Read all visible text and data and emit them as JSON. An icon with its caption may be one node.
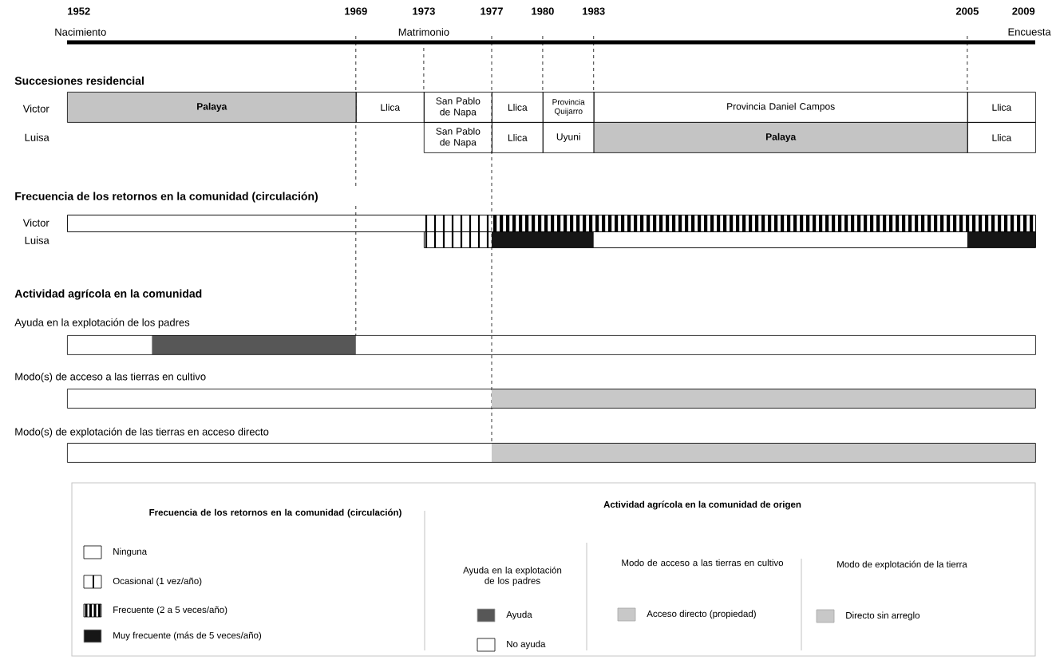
{
  "diagram": {
    "nodes": [
      {
        "text": [
          "Palaya"
        ]
      },
      {
        "text": [
          "Llica"
        ]
      },
      {
        "text": [
          "San Pablo de Napa"
        ]
      },
      {
        "text": [
          "Llica"
        ]
      },
      {
        "text": [
          "Provincia Quijarro"
        ]
      },
      {
        "text": [
          "Provincia Daniel Campos"
        ]
      },
      {
        "text": [
          "Llica"
        ]
      },
      {
        "text": [
          "San Pablo de Napa"
        ]
      },
      {
        "text": [
          "Llica"
        ]
      },
      {
        "text": [
          "Uyuni"
        ]
      },
      {
        "text": [
          "Palaya"
        ]
      },
      {
        "text": [
          "Llica"
        ]
      },
      {
        "text": [],
        "shape": "bar"
      },
      {
        "text": [],
        "shape": "bar"
      },
      {
        "text": [
          "Ayuda en la explotación de los padres"
        ]
      },
      {
        "text": [
          "Modo(s) de acceso a las tierras en cultivo"
        ]
      },
      {
        "text": [
          "Modo(s) de explotación de las tierras en acceso directo"
        ]
      }
    ],
    "labels": [
      "1952",
      "1969",
      "1973",
      "1977",
      "1980",
      "1983",
      "2005",
      "2009",
      "Nacimiento",
      "Matrimonio",
      "Encuesta",
      "Succesiones residencial",
      "Victor",
      "Luisa",
      "Frecuencia de los retornos en la comunidad (circulación)",
      "Victor",
      "Luisa",
      "Actividad agrícola en la comunidad",
      "Frecuencia de los retornos en la comunidad (circulación)",
      "Actividad agrícola en la comunidad de origen",
      "Ayuda en la explotación de los padres",
      "Modo de acceso a las tierras en cultivo",
      "Modo de explotación de la tierra"
    ],
    "legend": [
      {
        "text": "Ninguna"
      },
      {
        "text": "Ocasional (1 vez/año)"
      },
      {
        "text": "Frecuente (2 a 5 veces/año)"
      },
      {
        "text": "Muy frecuente (más de 5 veces/año)",
        "color": "#161616"
      },
      {
        "text": "Ayuda",
        "color": "#575757"
      },
      {
        "text": "No ayuda"
      },
      {
        "text": "Acceso directo (propiedad)",
        "color": "#c8c8c8"
      },
      {
        "text": "Directo sin arreglo",
        "color": "#c8c8c8"
      }
    ]
  }
}
